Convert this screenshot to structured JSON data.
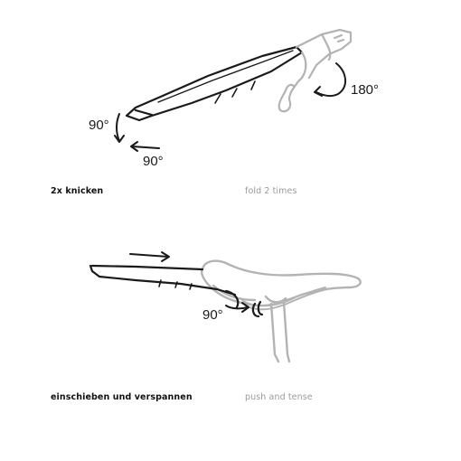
{
  "steps": [
    {
      "caption_de": "2x knicken",
      "caption_en": "fold 2 times",
      "angles": [
        "90°",
        "90°",
        "180°"
      ]
    },
    {
      "caption_de": "einschieben und verspannen",
      "caption_en": "push and tense",
      "angles": [
        "90°"
      ]
    }
  ],
  "colors": {
    "ink": "#1a1a1a",
    "device_gray": "#b3b3b3",
    "caption_gray": "#9a9a9a"
  }
}
